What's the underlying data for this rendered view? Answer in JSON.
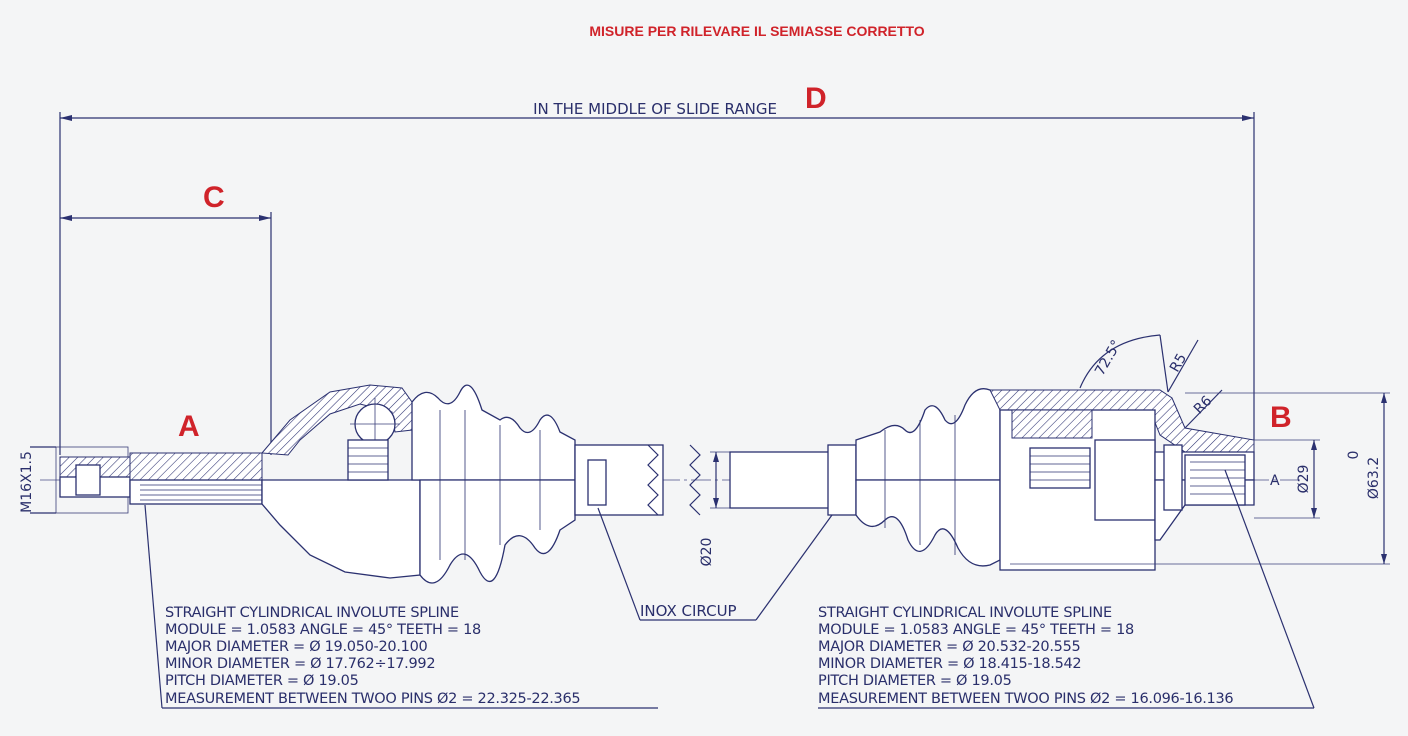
{
  "title": "MISURE PER RILEVARE IL SEMIASSE CORRETTO",
  "dimension_letters": {
    "a": "A",
    "b": "B",
    "c": "C",
    "d": "D"
  },
  "labels": {
    "slide_range": "IN THE MIDDLE OF SLIDE RANGE",
    "thread": "M16X1.5",
    "inox_circlip": "INOX CIRCUP",
    "dia_20": "Ø20",
    "dia_29": "Ø29",
    "dia_63": "Ø63.2",
    "zero": "0",
    "small_a": "A",
    "angle": "72.5°",
    "r5": "R5",
    "r6": "R6"
  },
  "spec_left": {
    "line1": "STRAIGHT CYLINDRICAL INVOLUTE SPLINE",
    "line2": "MODULE = 1.0583 ANGLE = 45° TEETH = 18",
    "line3": "MAJOR DIAMETER = Ø 19.050-20.100",
    "line4": "MINOR DIAMETER = Ø 17.762÷17.992",
    "line5": "PITCH DIAMETER  = Ø 19.05",
    "line6": "MEASUREMENT BETWEEN TWOO PINS  Ø2 = 22.325-22.365"
  },
  "spec_right": {
    "line1": "STRAIGHT CYLINDRICAL INVOLUTE SPLINE",
    "line2": "MODULE = 1.0583 ANGLE = 45° TEETH = 18",
    "line3": "MAJOR DIAMETER = Ø 20.532-20.555",
    "line4": "MINOR DIAMETER = Ø 18.415-18.542",
    "line5": "PITCH DIAMETER  = Ø 19.05",
    "line6": "MEASUREMENT BETWEEN TWOO PINS  Ø2 = 16.096-16.136"
  },
  "colors": {
    "accent_red": "#d0232a",
    "line_blue": "#2b3170"
  }
}
